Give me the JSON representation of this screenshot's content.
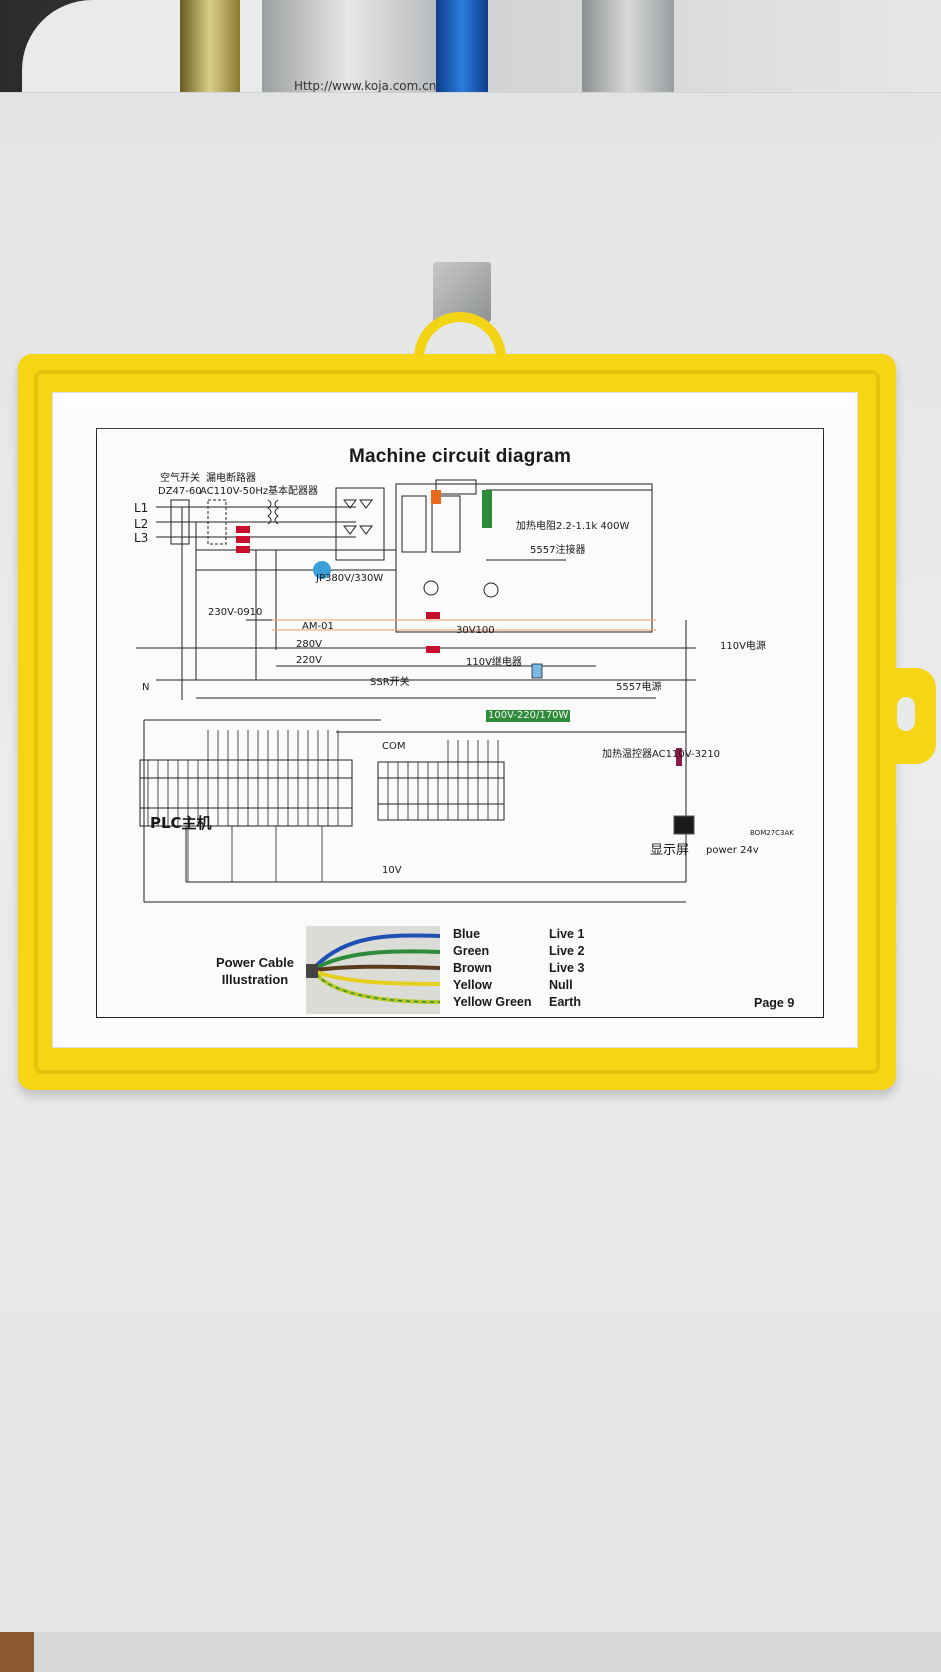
{
  "top_label": {
    "url_text": "Http://www.koja.com.cn"
  },
  "sheet": {
    "title": "Machine circuit diagram",
    "page": "Page 9"
  },
  "schematic": {
    "lines": [
      "L1",
      "L2",
      "L3",
      "N"
    ],
    "breaker": "空气开关",
    "breaker_model": "DZ47-60",
    "leakage": "漏电断路器",
    "supply": "AC110V-50Hz",
    "transformer": "基本配器器",
    "motor_spec": "JP380V/330W",
    "heater_spec": "加热电阻2.2-1.1k 400W",
    "contactor": "5557注接器",
    "volt_220": "220V",
    "volt_110_relay": "110V继电器",
    "volt_280": "280V",
    "ssr": "SSR开关",
    "contactor_5557": "5557电源",
    "power_110": "110V电源",
    "green_module": "100V-220/170W",
    "thermostat": "加热温控器AC110V-3210",
    "com": "COM",
    "plc": "PLC主机",
    "v10": "10V",
    "display": "显示屏",
    "power24": "power 24v",
    "plug_model": "BOM27C3AK",
    "timer": "230V-0910",
    "ammeter": "AM-01",
    "volt_30": "30V100"
  },
  "legend": {
    "title": "Power Cable Illustration",
    "colors": [
      "Blue",
      "Green",
      "Brown",
      "Yellow",
      "Yellow Green"
    ],
    "meanings": [
      "Live 1",
      "Live 2",
      "Live 3",
      "Null",
      "Earth"
    ]
  }
}
